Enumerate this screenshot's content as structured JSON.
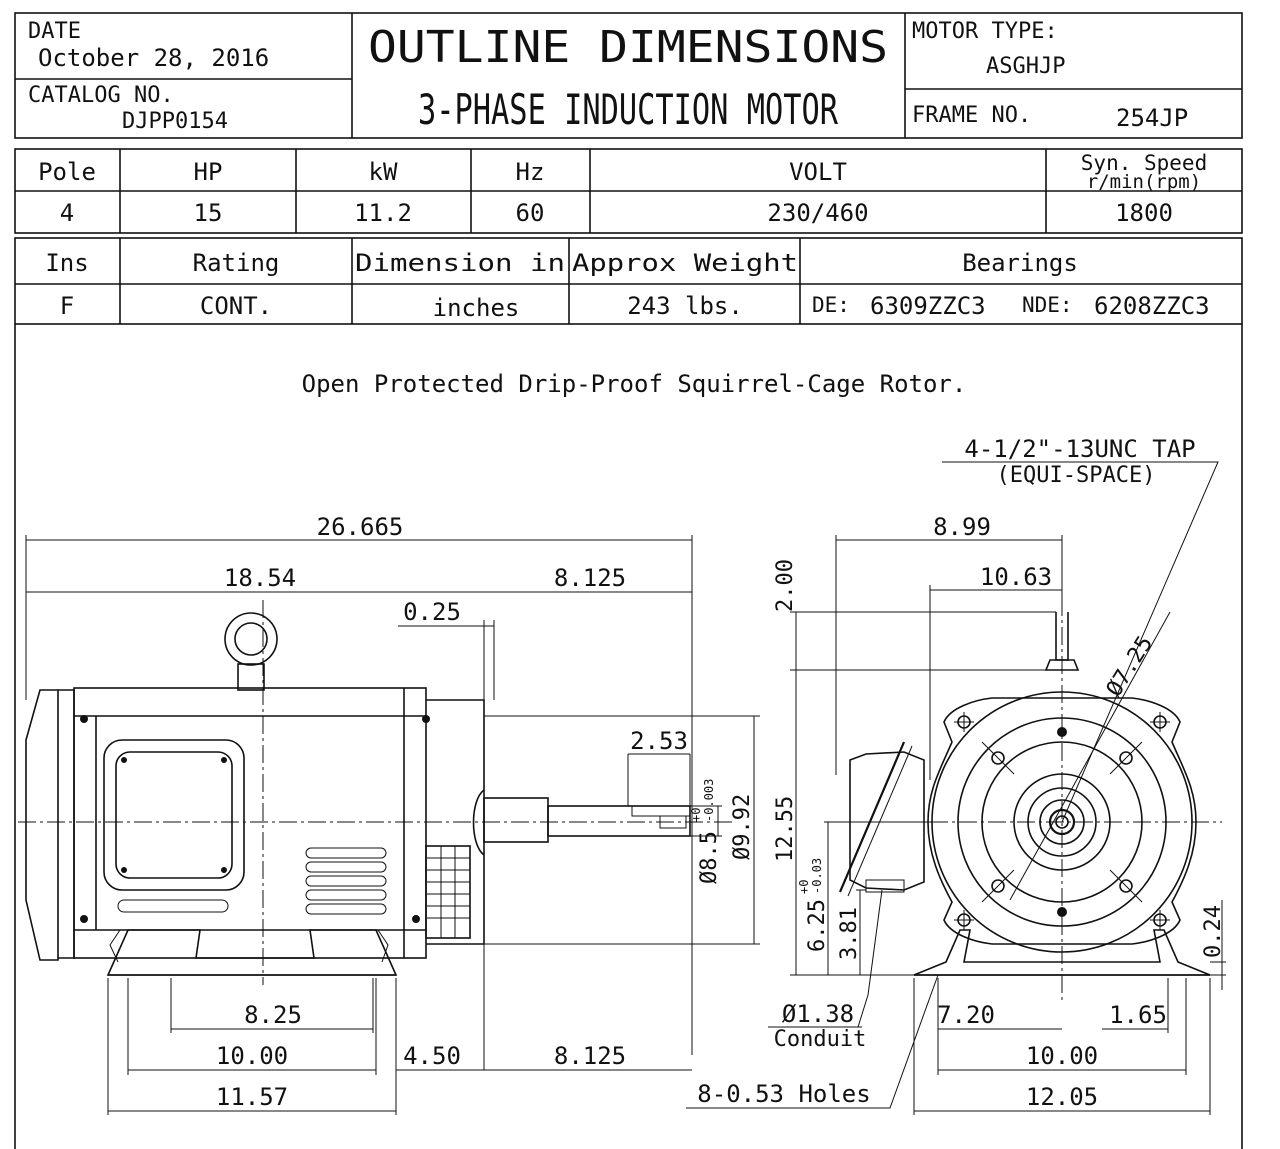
{
  "header": {
    "date_label": "DATE",
    "date_value": "October 28, 2016",
    "catalog_label": "CATALOG NO.",
    "catalog_value": "DJPP0154",
    "title_line1": "OUTLINE DIMENSIONS",
    "title_line2": "3-PHASE INDUCTION MOTOR",
    "motor_type_label": "MOTOR TYPE:",
    "motor_type_value": "ASGHJP",
    "frame_label": "FRAME NO.",
    "frame_value": "254JP"
  },
  "spec_table_1": {
    "headers": [
      "Pole",
      "HP",
      "kW",
      "Hz",
      "VOLT"
    ],
    "speed_header_line1": "Syn. Speed",
    "speed_header_line2": "r/min(rpm)",
    "values": [
      "4",
      "15",
      "11.2",
      "60",
      "230/460",
      "1800"
    ]
  },
  "spec_table_2": {
    "headers": [
      "Ins",
      "Rating",
      "Dimension in",
      "Approx Weight",
      "Bearings"
    ],
    "values": [
      "F",
      "CONT.",
      "inches",
      "243 lbs."
    ],
    "bearing_de_label": "DE:",
    "bearing_de_value": "6309ZZC3",
    "bearing_nde_label": "NDE:",
    "bearing_nde_value": "6208ZZC3"
  },
  "description": "Open Protected Drip-Proof Squirrel-Cage Rotor.",
  "side_view": {
    "overall_length": "26.665",
    "body_length": "18.54",
    "shaft_length_top": "8.125",
    "gap": "0.25",
    "keyway_length": "2.53",
    "shaft_dia": "Ø8.5",
    "shaft_tol_upper": "+0",
    "shaft_tol_lower": "-0.003",
    "flange_dia": "Ø9.92",
    "foot_hole_spacing": "8.25",
    "foot_width": "10.00",
    "foot_overall": "11.57",
    "foot_to_flange": "4.50",
    "shaft_length_bottom": "8.125"
  },
  "end_view": {
    "tap_note": "4-1/2\"-13UNC TAP",
    "tap_note_2": "(EQUI-SPACE)",
    "width_a": "8.99",
    "width_b": "10.63",
    "top_height": "2.00",
    "bolt_circle": "Ø7.25",
    "total_height": "12.55",
    "shaft_height": "6.25",
    "shaft_height_tol_upper": "+0",
    "shaft_height_tol_lower": "-0.03",
    "conduit_height": "3.81",
    "foot_thickness": "0.24",
    "conduit_dia": "Ø1.38",
    "conduit_label": "Conduit",
    "hole_to_center": "7.20",
    "hole_edge": "1.65",
    "foot_span": "10.00",
    "foot_overall": "12.05",
    "holes_note": "8-0.53 Holes"
  }
}
